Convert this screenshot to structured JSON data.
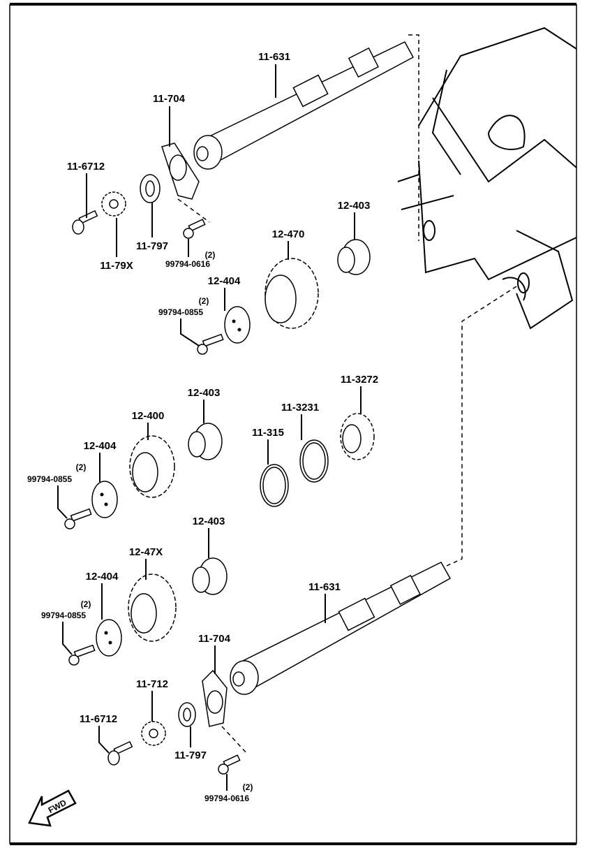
{
  "diagram": {
    "labels": {
      "shaft_top": "11-631",
      "plate_top": "11-704",
      "bolt_top": "11-6712",
      "washer_top": "11-797",
      "gear_top": "11-79X",
      "bolt_0616_top": "99794-0616",
      "qty_0616_top": "(2)",
      "gear_12470": "12-470",
      "hub_12403_a": "12-403",
      "plate_12404_a": "12-404",
      "bolt_0855_a": "99794-0855",
      "qty_0855_a": "(2)",
      "hub_12403_b": "12-403",
      "gear_12400": "12-400",
      "gear_113272": "11-3272",
      "ring_113231": "11-3231",
      "ring_11315": "11-315",
      "plate_12404_b": "12-404",
      "bolt_0855_b": "99794-0855",
      "qty_0855_b": "(2)",
      "hub_12403_c": "12-403",
      "gear_1247X": "12-47X",
      "plate_12404_c": "12-404",
      "bolt_0855_c": "99794-0855",
      "qty_0855_c": "(2)",
      "shaft_bottom": "11-631",
      "plate_bottom": "11-704",
      "gear_bottom": "11-712",
      "bolt_bottom": "11-6712",
      "washer_bottom": "11-797",
      "bolt_0616_bottom": "99794-0616",
      "qty_0616_bottom": "(2)"
    },
    "fwd_label": "FWD"
  }
}
